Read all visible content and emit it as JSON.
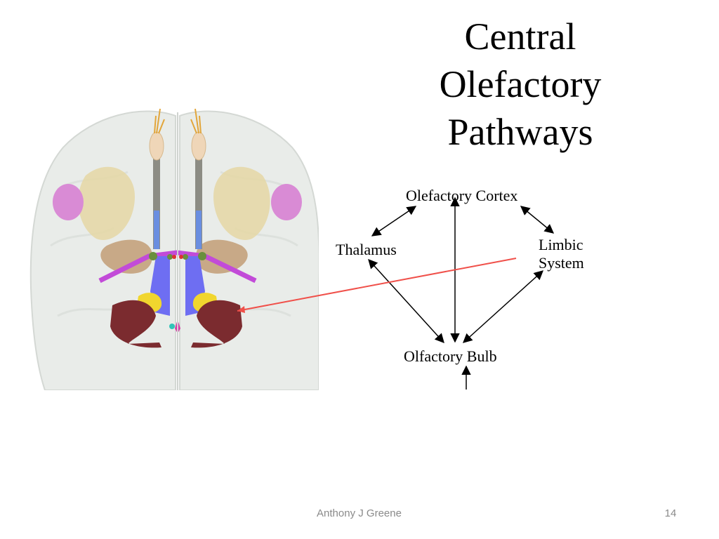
{
  "slide": {
    "title_lines": [
      "Central",
      "Olefactory",
      "Pathways"
    ],
    "footer_author": "Anthony J Greene",
    "page_number": "14"
  },
  "diagram": {
    "nodes": {
      "cortex": "Olefactory Cortex",
      "thalamus": "Thalamus",
      "limbic_line1": "Limbic",
      "limbic_line2": "System",
      "bulb": "Olfactory Bulb"
    },
    "colors": {
      "arrow": "#000000",
      "pointer_line": "#f0504a"
    }
  },
  "brain_image": {
    "colors": {
      "hemisphere": "#e9ece9",
      "tract": "#8c8c84",
      "temporal": "#e5d7a4",
      "pink": "#d98bd5",
      "purple": "#c24bd8",
      "blue": "#6e6ef2",
      "yellow": "#f1d62e",
      "maroon": "#7b2b2f",
      "amygdala": "#c8a987"
    }
  }
}
